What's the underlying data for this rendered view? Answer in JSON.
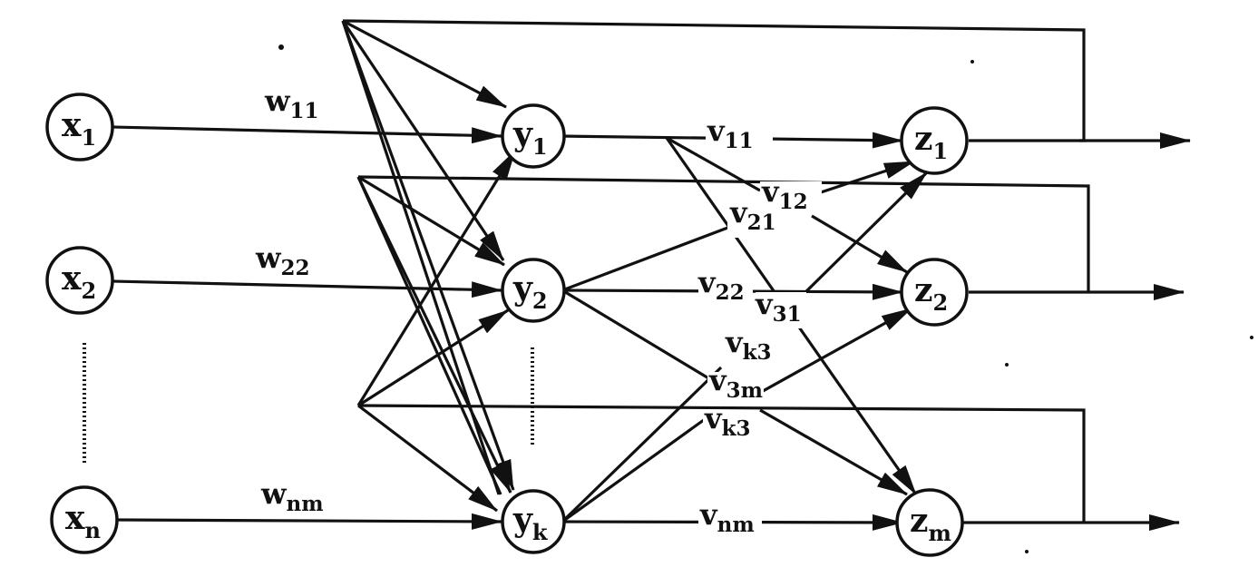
{
  "diagram": {
    "inputs": [
      {
        "id": "x1",
        "base": "x",
        "sub": "1"
      },
      {
        "id": "x2",
        "base": "x",
        "sub": "2"
      },
      {
        "id": "xn",
        "base": "x",
        "sub": "n"
      }
    ],
    "hidden": [
      {
        "id": "y1",
        "base": "y",
        "sub": "1"
      },
      {
        "id": "y2",
        "base": "y",
        "sub": "2"
      },
      {
        "id": "yk",
        "base": "y",
        "sub": "k"
      }
    ],
    "outputs": [
      {
        "id": "z1",
        "base": "z",
        "sub": "1"
      },
      {
        "id": "z2",
        "base": "z",
        "sub": "2"
      },
      {
        "id": "zm",
        "base": "z",
        "sub": "m"
      }
    ],
    "input_weights": [
      {
        "id": "w11",
        "base": "w",
        "sub": "11"
      },
      {
        "id": "w22",
        "base": "w",
        "sub": "22"
      },
      {
        "id": "wnm",
        "base": "w",
        "sub": "nm"
      }
    ],
    "hidden_weights": [
      {
        "id": "v11",
        "base": "v",
        "sub": "11"
      },
      {
        "id": "v12",
        "base": "v",
        "sub": "12"
      },
      {
        "id": "v21",
        "base": "v",
        "sub": "21"
      },
      {
        "id": "v22",
        "base": "v",
        "sub": "22"
      },
      {
        "id": "v31",
        "base": "v",
        "sub": "31"
      },
      {
        "id": "vk3a",
        "base": "v",
        "sub": "k3"
      },
      {
        "id": "v3m",
        "base": "v",
        "sub": "3m"
      },
      {
        "id": "vk3b",
        "base": "v",
        "sub": "k3"
      },
      {
        "id": "vnm",
        "base": "v",
        "sub": "nm"
      }
    ]
  }
}
